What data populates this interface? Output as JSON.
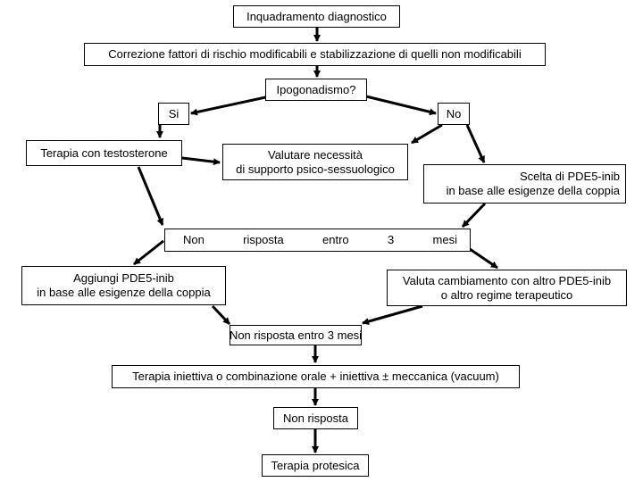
{
  "flowchart": {
    "nodes": {
      "inquadramento": "Inquadramento diagnostico",
      "correzione": "Correzione fattori di rischio modificabili e stabilizzazione di quelli non modificabili",
      "ipogonadismo": "Ipogonadismo?",
      "si": "Si",
      "no": "No",
      "testosterone": "Terapia con testosterone",
      "supporto_line1": "Valutare necessità",
      "supporto_line2": "di supporto psico-sessuologico",
      "scelta_line1": "Scelta di PDE5-inib",
      "scelta_line2": "in base alle esigenze della coppia",
      "non_risposta_1": [
        "Non",
        "risposta",
        "entro",
        "3",
        "mesi"
      ],
      "aggiungi_line1": "Aggiungi PDE5-inib",
      "aggiungi_line2": "in base alle esigenze della coppia",
      "valuta_line1": "Valuta cambiamento con altro PDE5-inib",
      "valuta_line2": "o altro regime terapeutico",
      "non_risposta_2": "Non risposta entro 3 mesi",
      "terapia_iniettiva": "Terapia iniettiva o combinazione orale + iniettiva ± meccanica (vacuum)",
      "non_risposta_3": "Non risposta",
      "protesica": "Terapia protesica"
    },
    "edges": [
      [
        "inquadramento",
        "correzione"
      ],
      [
        "correzione",
        "ipogonadismo"
      ],
      [
        "ipogonadismo",
        "si"
      ],
      [
        "ipogonadismo",
        "no"
      ],
      [
        "si",
        "testosterone"
      ],
      [
        "testosterone",
        "supporto"
      ],
      [
        "no",
        "supporto"
      ],
      [
        "no",
        "scelta"
      ],
      [
        "testosterone",
        "non_risposta_1"
      ],
      [
        "scelta",
        "non_risposta_1"
      ],
      [
        "non_risposta_1",
        "aggiungi"
      ],
      [
        "non_risposta_1",
        "valuta"
      ],
      [
        "aggiungi",
        "non_risposta_2"
      ],
      [
        "valuta",
        "non_risposta_2"
      ],
      [
        "non_risposta_2",
        "terapia_iniettiva"
      ],
      [
        "terapia_iniettiva",
        "non_risposta_3"
      ],
      [
        "non_risposta_3",
        "protesica"
      ]
    ]
  }
}
